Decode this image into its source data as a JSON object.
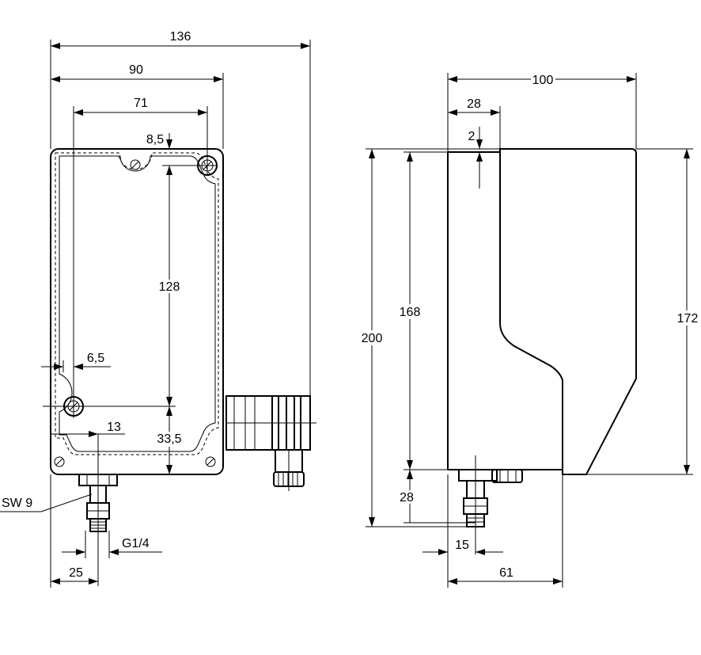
{
  "front_view": {
    "dims": {
      "overall_width": "136",
      "body_width": "90",
      "hole_spacing_x": "71",
      "top_hole_offset": "8,5",
      "hole_spacing_y": "128",
      "hole_offset_x": "6,5",
      "side_offset": "13",
      "bottom_offset": "33,5",
      "port_offset": "25"
    },
    "callouts": {
      "wrench_size": "SW 9",
      "thread": "G1/4"
    }
  },
  "side_view": {
    "dims": {
      "overall_depth": "100",
      "cover_step": "28",
      "cover_offset": "2",
      "overall_height": "200",
      "body_height": "168",
      "rear_height": "172",
      "port_height": "28",
      "port_offset": "15",
      "base_depth": "61"
    }
  }
}
